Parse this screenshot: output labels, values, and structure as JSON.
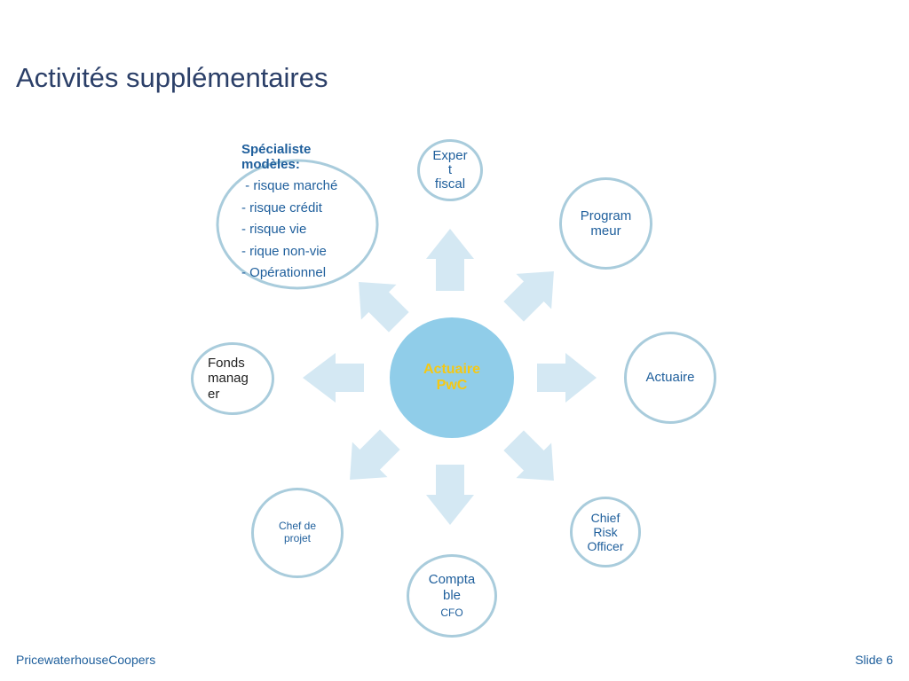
{
  "slide": {
    "title": "Activités supplémentaires"
  },
  "center": {
    "label_line1": "Actuaire",
    "label_line2": "PwC"
  },
  "nodes": {
    "expert_fiscal": [
      "Exper",
      "t",
      "fiscal"
    ],
    "programmeur": [
      "Program",
      "meur"
    ],
    "actuaire": [
      "Actuaire"
    ],
    "chief_risk_officer": [
      "Chief",
      "Risk",
      "Officer"
    ],
    "comptable": [
      "Compta",
      "ble"
    ],
    "comptable_sub": "CFO",
    "chef_de_projet": [
      "Chef de",
      "projet"
    ],
    "fonds_manager": [
      "Fonds",
      "manag",
      "er"
    ]
  },
  "specialist": {
    "heading_line1": "Spécialiste",
    "heading_line2": "modèles:",
    "items": [
      " - risque marché",
      "- risque crédit",
      "- risque vie",
      "- rique non-vie",
      "- Opérationnel"
    ]
  },
  "footer": {
    "company": "PricewaterhouseCoopers",
    "slide_number": "Slide 6"
  },
  "colors": {
    "title": "#2b3f68",
    "text_blue": "#1f5f9c",
    "circle_border": "#a9ccdc",
    "center_fill": "#90cde9",
    "center_text": "#f5c814",
    "arrow_fill": "#d4e8f3"
  }
}
